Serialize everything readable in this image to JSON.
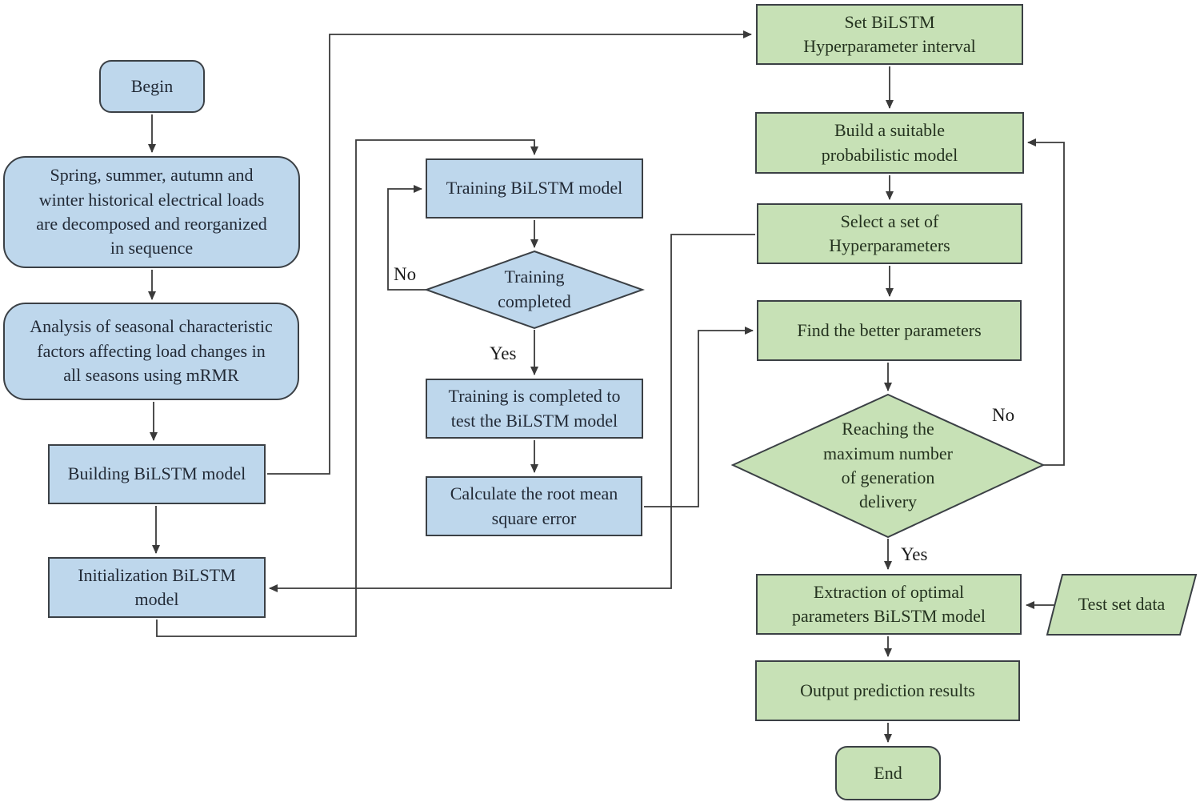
{
  "diagram": {
    "type": "flowchart",
    "description": "BiLSTM seasonal load forecasting training and hyperparameter optimization flowchart",
    "colors": {
      "blue_fill": "#bed7ec",
      "green_fill": "#c7e1b6",
      "border": "#3b4045",
      "line": "#3a3a3a",
      "blue_text": "#222a36",
      "green_text": "#24321f"
    },
    "nodes": {
      "begin": {
        "label": "Begin",
        "shape": "rounded",
        "color": "blue"
      },
      "decompose": {
        "label": "Spring, summer, autumn and\nwinter historical electrical loads\nare decomposed and reorganized\nin sequence",
        "shape": "rounded",
        "color": "blue"
      },
      "mrmr": {
        "label": "Analysis of seasonal characteristic\nfactors affecting load changes in\nall seasons using mRMR",
        "shape": "rounded",
        "color": "blue"
      },
      "building": {
        "label": "Building BiLSTM model",
        "shape": "rect",
        "color": "blue"
      },
      "init": {
        "label": "Initialization BiLSTM\nmodel",
        "shape": "rect",
        "color": "blue"
      },
      "training": {
        "label": "Training BiLSTM model",
        "shape": "rect",
        "color": "blue"
      },
      "training_done_q": {
        "label": "Training\ncompleted",
        "shape": "diamond",
        "color": "blue"
      },
      "test_model": {
        "label": "Training is completed to\ntest the BiLSTM model",
        "shape": "rect",
        "color": "blue"
      },
      "rmse": {
        "label": "Calculate the root mean\nsquare error",
        "shape": "rect",
        "color": "blue"
      },
      "set_interval": {
        "label": "Set BiLSTM\nHyperparameter interval",
        "shape": "rect",
        "color": "green"
      },
      "build_prob": {
        "label": "Build a suitable\nprobabilistic model",
        "shape": "rect",
        "color": "green"
      },
      "select_set": {
        "label": "Select a set of\nHyperparameters",
        "shape": "rect",
        "color": "green"
      },
      "find_better": {
        "label": "Find the better parameters",
        "shape": "rect",
        "color": "green"
      },
      "reach_max_q": {
        "label": "Reaching the\nmaximum number\nof generation\ndelivery",
        "shape": "diamond",
        "color": "green"
      },
      "extraction": {
        "label": "Extraction of optimal\nparameters BiLSTM model",
        "shape": "rect",
        "color": "green"
      },
      "test_set": {
        "label": "Test set data",
        "shape": "parallelogram",
        "color": "green"
      },
      "output": {
        "label": "Output prediction results",
        "shape": "rect",
        "color": "green"
      },
      "end": {
        "label": "End",
        "shape": "rounded",
        "color": "green"
      }
    },
    "branch_labels": {
      "training_no": "No",
      "training_yes": "Yes",
      "reach_no": "No",
      "reach_yes": "Yes"
    },
    "edges": [
      {
        "from": "begin",
        "to": "decompose",
        "label": ""
      },
      {
        "from": "decompose",
        "to": "mrmr",
        "label": ""
      },
      {
        "from": "mrmr",
        "to": "building",
        "label": ""
      },
      {
        "from": "building",
        "to": "init",
        "label": ""
      },
      {
        "from": "building",
        "to": "set_interval",
        "label": ""
      },
      {
        "from": "init",
        "to": "training",
        "label": ""
      },
      {
        "from": "training",
        "to": "training_done_q",
        "label": ""
      },
      {
        "from": "training_done_q",
        "to": "training",
        "label": "No"
      },
      {
        "from": "training_done_q",
        "to": "test_model",
        "label": "Yes"
      },
      {
        "from": "test_model",
        "to": "rmse",
        "label": ""
      },
      {
        "from": "rmse",
        "to": "find_better",
        "label": ""
      },
      {
        "from": "set_interval",
        "to": "build_prob",
        "label": ""
      },
      {
        "from": "build_prob",
        "to": "select_set",
        "label": ""
      },
      {
        "from": "select_set",
        "to": "find_better",
        "label": ""
      },
      {
        "from": "select_set",
        "to": "init",
        "label": ""
      },
      {
        "from": "find_better",
        "to": "reach_max_q",
        "label": ""
      },
      {
        "from": "reach_max_q",
        "to": "build_prob",
        "label": "No"
      },
      {
        "from": "reach_max_q",
        "to": "extraction",
        "label": "Yes"
      },
      {
        "from": "test_set",
        "to": "extraction",
        "label": ""
      },
      {
        "from": "extraction",
        "to": "output",
        "label": ""
      },
      {
        "from": "output",
        "to": "end",
        "label": ""
      }
    ]
  }
}
